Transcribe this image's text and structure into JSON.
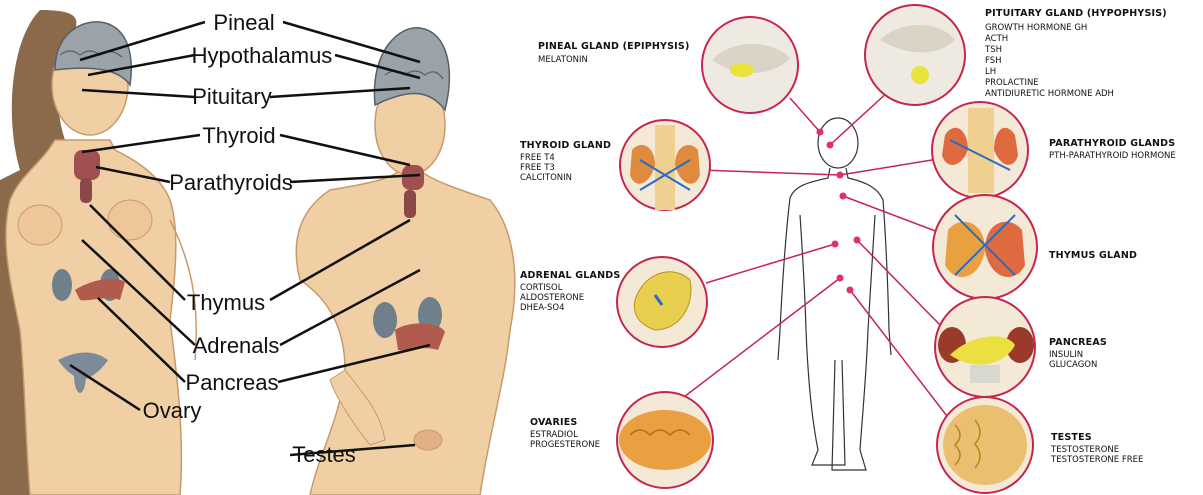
{
  "left_panel": {
    "labels": [
      {
        "id": "pineal",
        "text": "Pineal"
      },
      {
        "id": "hypothalamus",
        "text": "Hypothalamus"
      },
      {
        "id": "pituitary",
        "text": "Pituitary"
      },
      {
        "id": "thyroid",
        "text": "Thyroid"
      },
      {
        "id": "parathyroids",
        "text": "Parathyroids"
      },
      {
        "id": "thymus",
        "text": "Thymus"
      },
      {
        "id": "adrenals",
        "text": "Adrenals"
      },
      {
        "id": "pancreas",
        "text": "Pancreas"
      },
      {
        "id": "ovary",
        "text": "Ovary"
      },
      {
        "id": "testes",
        "text": "Testes"
      }
    ]
  },
  "right_panel": {
    "glands": [
      {
        "id": "pituitary",
        "title": "PITUITARY GLAND (HYPOPHYSIS)",
        "items": [
          "GROWTH HORMONE GH",
          "ACTH",
          "TSH",
          "FSH",
          "LH",
          "PROLACTINE",
          "ANTIDIURETIC HORMONE ADH"
        ]
      },
      {
        "id": "pineal",
        "title": "PINEAL GLAND (EPIPHYSIS)",
        "items": [
          "MELATONIN"
        ]
      },
      {
        "id": "thyroid",
        "title": "THYROID GLAND",
        "items": [
          "FREE T4",
          "FREE T3",
          "CALCITONIN"
        ]
      },
      {
        "id": "parathyroid",
        "title": "PARATHYROID GLANDS",
        "items": [
          "PTH-PARATHYROID HORMONE"
        ]
      },
      {
        "id": "thymus",
        "title": "THYMUS GLAND",
        "items": []
      },
      {
        "id": "adrenal",
        "title": "ADRENAL GLANDS",
        "items": [
          "CORTISOL",
          "ALDOSTERONE",
          "DHEA-SO4"
        ]
      },
      {
        "id": "pancreas",
        "title": "PANCREAS",
        "items": [
          "INSULIN",
          "GLUCAGON"
        ]
      },
      {
        "id": "ovaries",
        "title": "OVARIES",
        "items": [
          "ESTRADIOL",
          "PROGESTERONE"
        ]
      },
      {
        "id": "testes",
        "title": "TESTES",
        "items": [
          "TESTOSTERONE",
          "TESTOSTERONE FREE"
        ]
      }
    ]
  },
  "colors": {
    "skin": "#f1cfa5",
    "skin_shade": "#d9a878",
    "brain": "#9aa3a8",
    "thyroid": "#a05050",
    "leader": "#c4264f",
    "dot": "#e0306a",
    "ink": "#111111"
  }
}
